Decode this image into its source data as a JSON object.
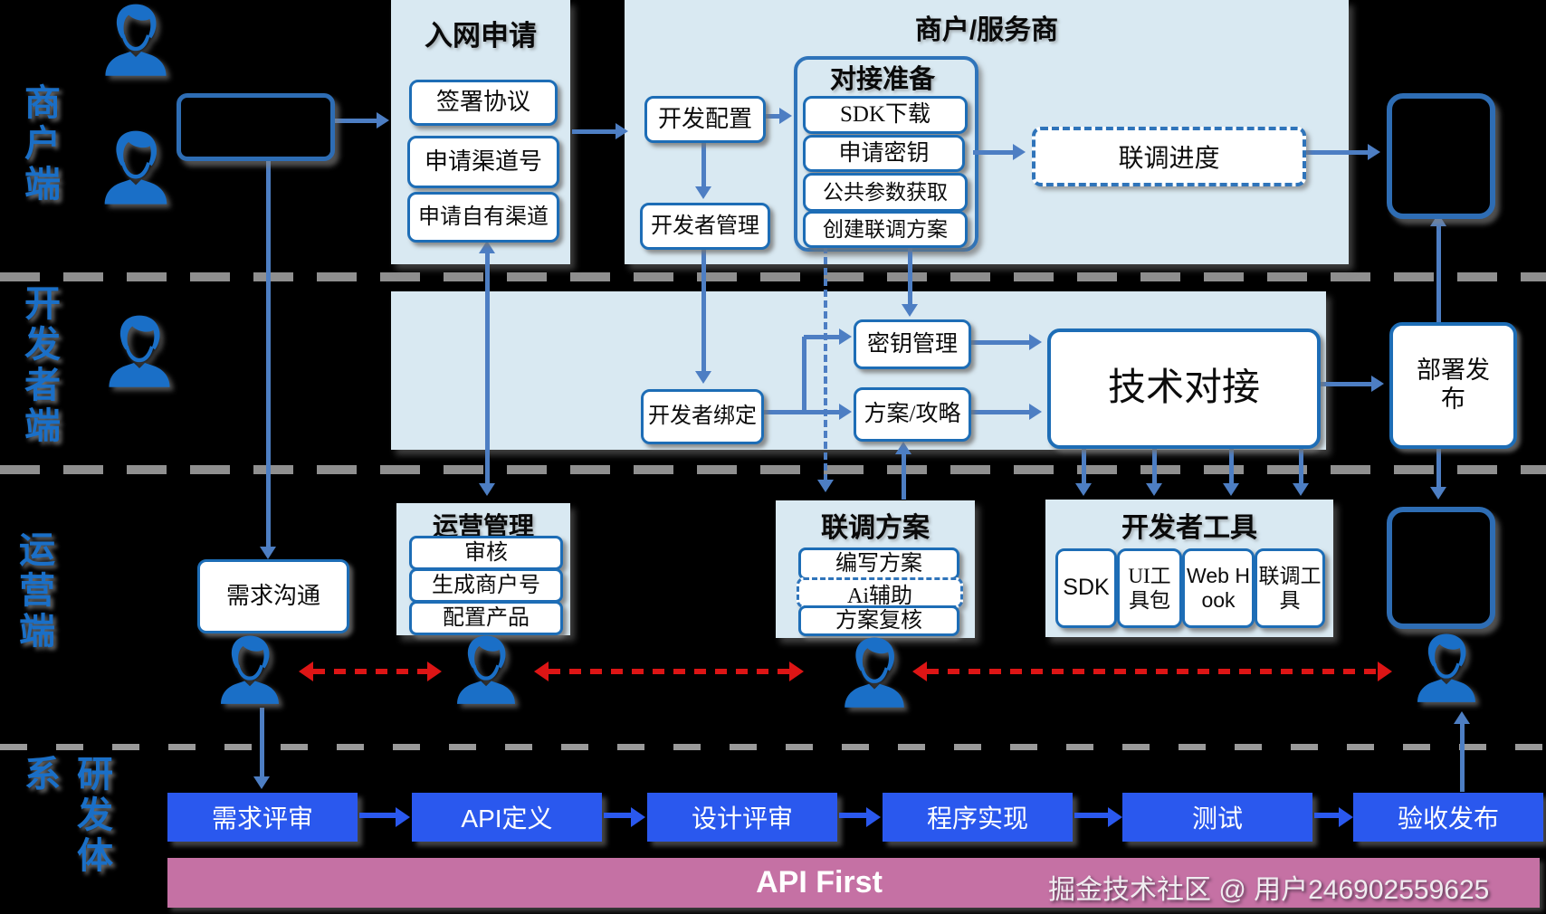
{
  "lanes": {
    "merchant": "商户端",
    "developer": "开发者端",
    "operation": "运营端",
    "rd": "研发体系"
  },
  "top": {
    "apply": {
      "title": "入网申请",
      "items": [
        "签署协议",
        "申请渠道号",
        "申请自有渠道"
      ]
    },
    "merchant_panel_title": "商户/服务商",
    "dev_config": "开发配置",
    "dev_manage": "开发者管理",
    "prep": {
      "title": "对接准备",
      "items": [
        "SDK下载",
        "申请密钥",
        "公共参数获取",
        "创建联调方案"
      ]
    },
    "progress": "联调进度"
  },
  "mid": {
    "dev_bind": "开发者绑定",
    "key_manage": "密钥管理",
    "plan_guide": "方案/攻略",
    "tech_dock": "技术对接",
    "deploy": "部署发布"
  },
  "ops": {
    "demand": "需求沟通",
    "manage": {
      "title": "运营管理",
      "items": [
        "审核",
        "生成商户号",
        "配置产品"
      ]
    },
    "joint": {
      "title": "联调方案",
      "items": [
        "编写方案",
        "Ai辅助",
        "方案复核"
      ]
    },
    "tools": {
      "title": "开发者工具",
      "items": [
        "SDK",
        "UI工具包",
        "Web Hook",
        "联调工具"
      ]
    }
  },
  "rd": {
    "steps": [
      "需求评审",
      "API定义",
      "设计评审",
      "程序实现",
      "测试",
      "验收发布"
    ],
    "banner": "API First"
  },
  "watermark": "掘金技术社区 @ 用户246902559625",
  "colors": {
    "icon_blue": "#1a6fc7",
    "border_blue": "#1d6db6",
    "arrow_blue": "#4d7ec3",
    "flow_blue": "#2a58ee",
    "banner_pink": "#c571a4",
    "red": "#dd1515",
    "panel_fill": "#d9e9f2"
  }
}
